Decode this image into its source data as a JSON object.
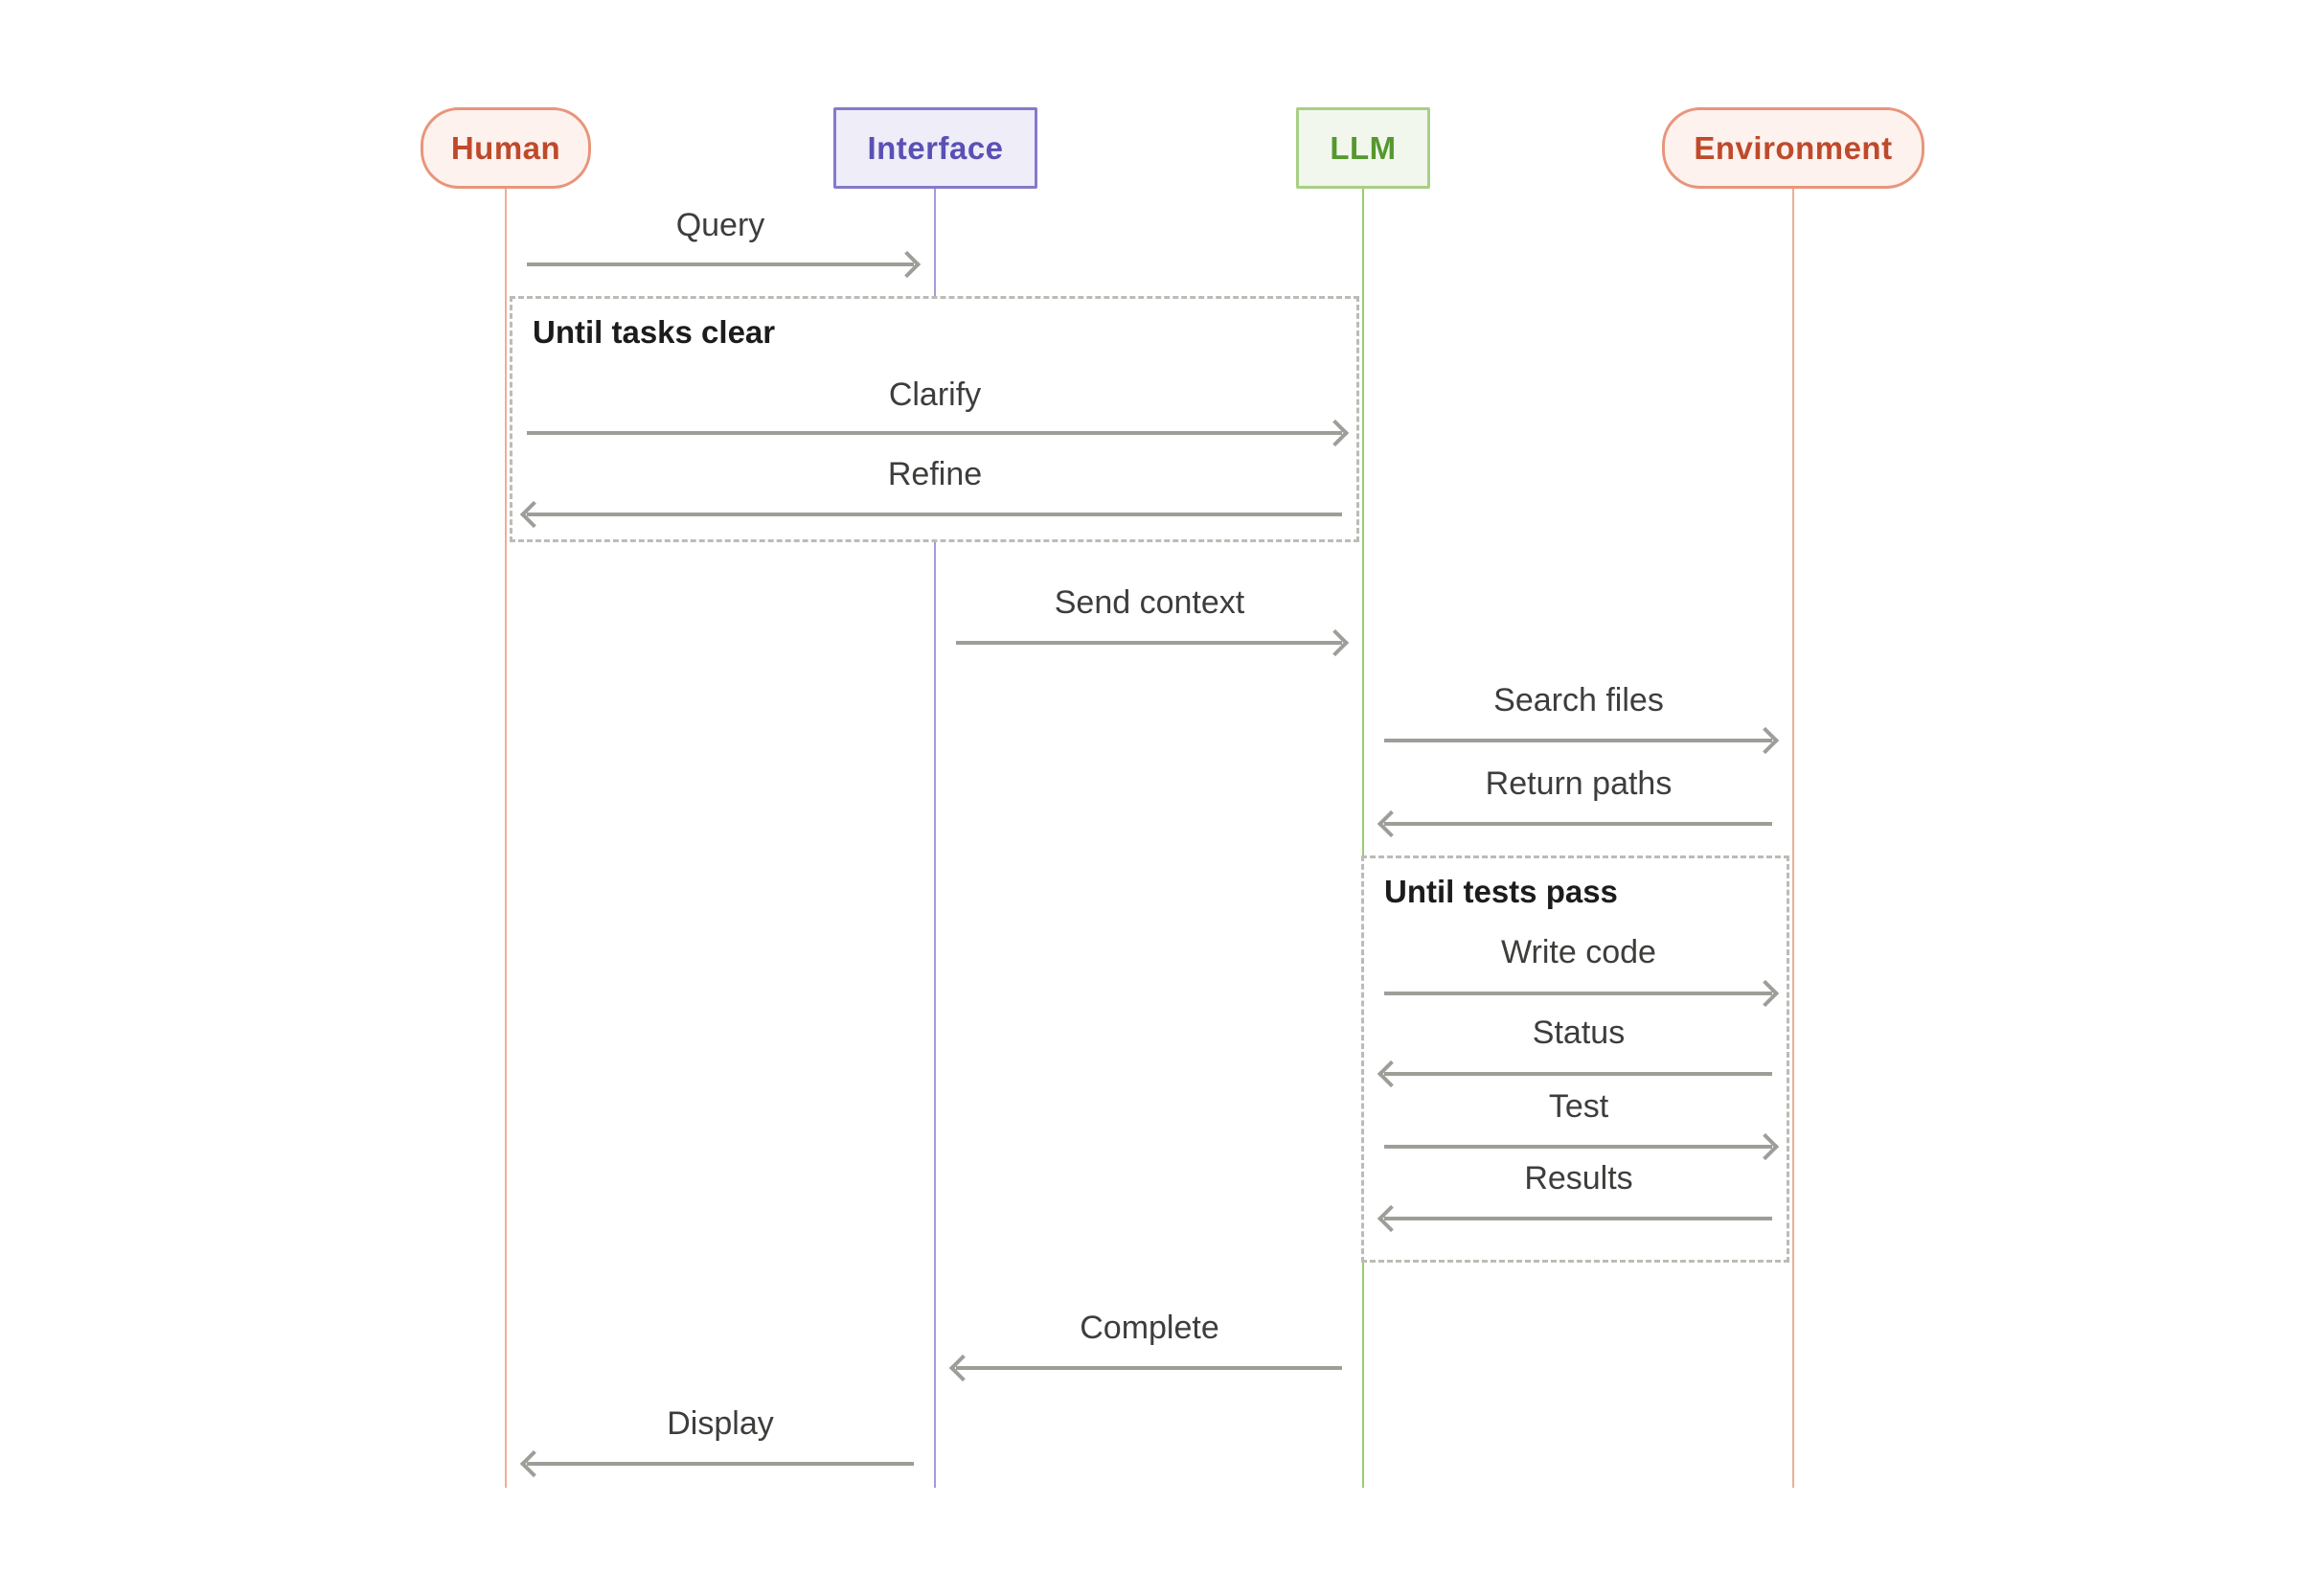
{
  "diagram": {
    "type": "sequence-diagram",
    "actors": [
      {
        "label": "Human",
        "shape": "pill",
        "fill": "#fdf2ee",
        "border": "#e8957c",
        "text_color": "#bf4a2b",
        "lifeline_color": "#efae97"
      },
      {
        "label": "Interface",
        "shape": "rectangle",
        "fill": "#eeedf8",
        "border": "#847acb",
        "text_color": "#5a50b4",
        "lifeline_color": "#a29bd9"
      },
      {
        "label": "LLM",
        "shape": "rectangle",
        "fill": "#f1f7ec",
        "border": "#a8cf86",
        "text_color": "#55982e",
        "lifeline_color": "#98cd74"
      },
      {
        "label": "Environment",
        "shape": "pill",
        "fill": "#fdf2ee",
        "border": "#e8957c",
        "text_color": "#bf4a2b",
        "lifeline_color": "#efae97"
      }
    ],
    "messages": [
      {
        "label": "Query",
        "from": "Human",
        "to": "Interface",
        "direction": "right"
      },
      {
        "label": "Clarify",
        "from": "Human",
        "to": "LLM",
        "direction": "right"
      },
      {
        "label": "Refine",
        "from": "LLM",
        "to": "Human",
        "direction": "left"
      },
      {
        "label": "Send context",
        "from": "Interface",
        "to": "LLM",
        "direction": "right"
      },
      {
        "label": "Search files",
        "from": "LLM",
        "to": "Environment",
        "direction": "right"
      },
      {
        "label": "Return paths",
        "from": "Environment",
        "to": "LLM",
        "direction": "left"
      },
      {
        "label": "Write code",
        "from": "LLM",
        "to": "Environment",
        "direction": "right"
      },
      {
        "label": "Status",
        "from": "Environment",
        "to": "LLM",
        "direction": "left"
      },
      {
        "label": "Test",
        "from": "LLM",
        "to": "Environment",
        "direction": "right"
      },
      {
        "label": "Results",
        "from": "Environment",
        "to": "LLM",
        "direction": "left"
      },
      {
        "label": "Complete",
        "from": "LLM",
        "to": "Interface",
        "direction": "left"
      },
      {
        "label": "Display",
        "from": "Interface",
        "to": "Human",
        "direction": "left"
      }
    ],
    "loops": [
      {
        "label": "Until tasks clear",
        "contains": [
          "Clarify",
          "Refine"
        ]
      },
      {
        "label": "Until tests pass",
        "contains": [
          "Write code",
          "Status",
          "Test",
          "Results"
        ]
      }
    ],
    "theme": {
      "background": "#ffffff",
      "arrow_color": "#9e9e99",
      "message_text_color": "#3d3d3b",
      "loop_border_color": "#bcbcb6",
      "loop_label_color": "#1c1c1c"
    }
  }
}
